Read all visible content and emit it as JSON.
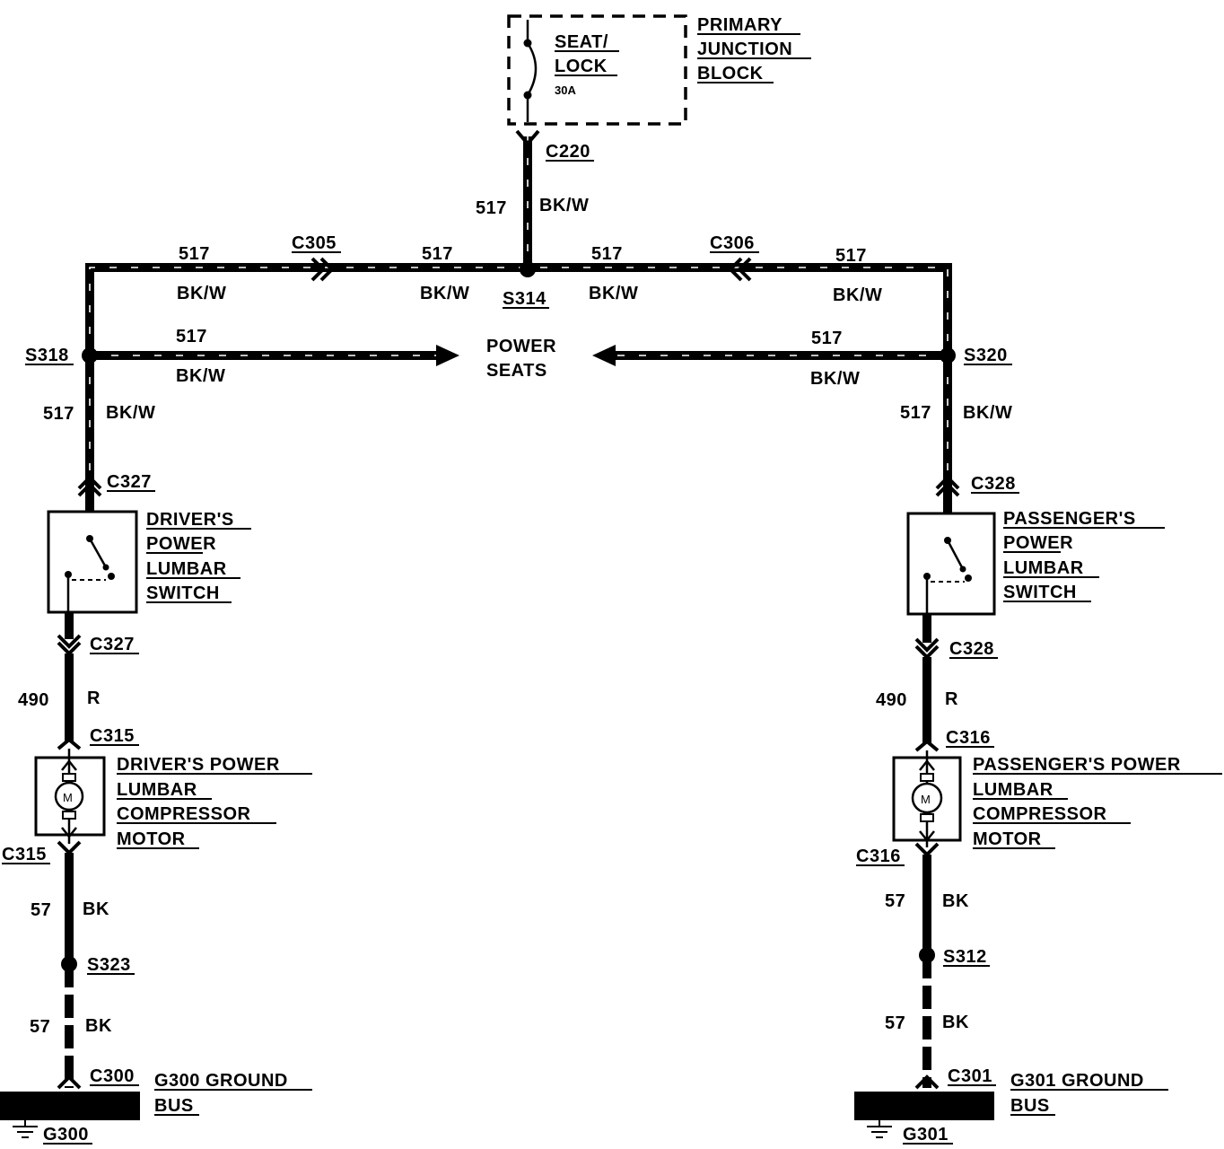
{
  "junction_block": {
    "fuse_label_1": "SEAT/",
    "fuse_label_2": "LOCK",
    "fuse_rating": "30A",
    "name_1": "PRIMARY",
    "name_2": "JUNCTION",
    "name_3": "BLOCK"
  },
  "connectors": {
    "c220": "C220",
    "c305": "C305",
    "c306": "C306",
    "c327_top": "C327",
    "c327_bottom": "C327",
    "c328_top": "C328",
    "c328_bottom": "C328",
    "c315_top": "C315",
    "c315_bottom": "C315",
    "c316_top": "C316",
    "c316_bottom": "C316",
    "c300": "C300",
    "c301": "C301"
  },
  "splices": {
    "s314": "S314",
    "s318": "S318",
    "s320": "S320",
    "s323": "S323",
    "s312": "S312"
  },
  "circuits": {
    "main_num": "517",
    "main_color": "BK/W",
    "top_left_outer_num": "517",
    "top_left_outer_color": "BK/W",
    "top_left_inner_num": "517",
    "top_left_inner_color": "BK/W",
    "top_right_inner_num": "517",
    "top_right_inner_color": "BK/W",
    "top_right_outer_num": "517",
    "top_right_outer_color": "BK/W",
    "left_arrow_num": "517",
    "left_arrow_color": "BK/W",
    "right_arrow_num": "517",
    "right_arrow_color": "BK/W",
    "left_drop_num": "517",
    "left_drop_color": "BK/W",
    "right_drop_num": "517",
    "right_drop_color": "BK/W",
    "left_motor_feed_num": "490",
    "left_motor_feed_color": "R",
    "right_motor_feed_num": "490",
    "right_motor_feed_color": "R",
    "left_ground_1_num": "57",
    "left_ground_1_color": "BK",
    "left_ground_2_num": "57",
    "left_ground_2_color": "BK",
    "right_ground_1_num": "57",
    "right_ground_1_color": "BK",
    "right_ground_2_num": "57",
    "right_ground_2_color": "BK"
  },
  "power_seats": {
    "line_1": "POWER",
    "line_2": "SEATS"
  },
  "driver_switch": {
    "line_1": "DRIVER'S",
    "line_2": "POWER",
    "line_3": "LUMBAR",
    "line_4": "SWITCH"
  },
  "passenger_switch": {
    "line_1": "PASSENGER'S",
    "line_2": "POWER",
    "line_3": "LUMBAR",
    "line_4": "SWITCH"
  },
  "driver_motor": {
    "line_1": "DRIVER'S POWER",
    "line_2": "LUMBAR",
    "line_3": "COMPRESSOR",
    "line_4": "MOTOR",
    "symbol": "M"
  },
  "passenger_motor": {
    "line_1": "PASSENGER'S POWER",
    "line_2": "LUMBAR",
    "line_3": "COMPRESSOR",
    "line_4": "MOTOR",
    "symbol": "M"
  },
  "left_ground": {
    "line_1": "G300 GROUND",
    "line_2": "BUS",
    "id": "G300"
  },
  "right_ground": {
    "line_1": "G301 GROUND",
    "line_2": "BUS",
    "id": "G301"
  }
}
